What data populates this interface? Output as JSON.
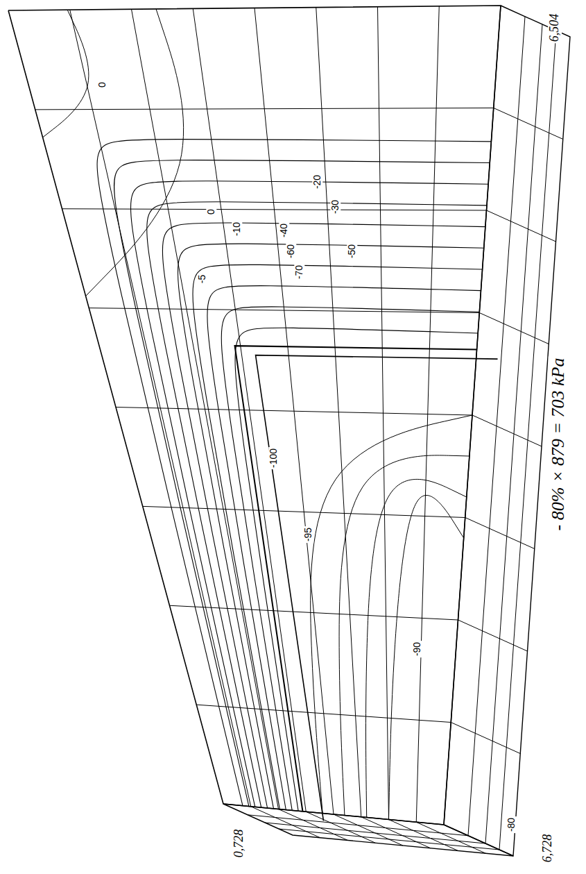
{
  "diagram": {
    "labels": [
      "0",
      "0",
      "-5",
      "-10",
      "-20",
      "-30",
      "-40",
      "-50",
      "-60",
      "-70",
      "-100",
      "-95",
      "-90",
      "-80",
      "- 80% × 879 = 703 kPa",
      "6,504",
      "6,728",
      "0,728"
    ]
  }
}
